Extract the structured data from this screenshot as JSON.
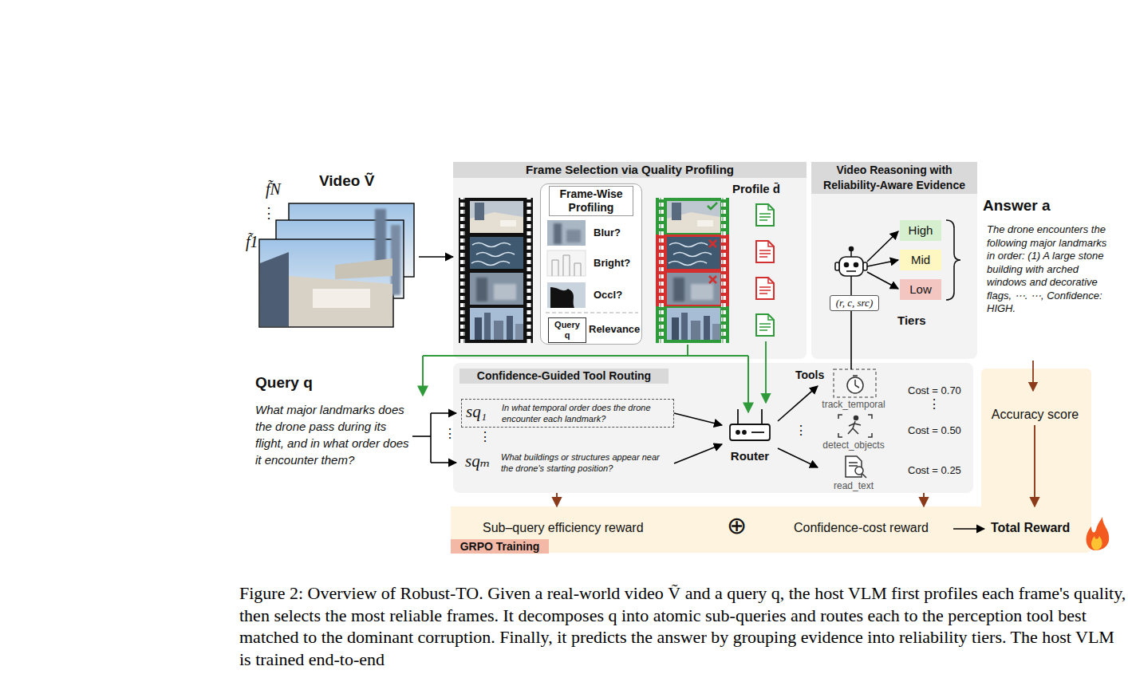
{
  "diagram": {
    "caption": "Figure 2: Overview of Robust-TO. Given a real-world video Ṽ and a query q, the host VLM first profiles each frame's quality, then selects the most reliable frames. It decomposes q into atomic sub-queries and routes each to the perception tool best matched to the dominant corruption. Finally, it predicts the answer by grouping evidence into reliability tiers. The host VLM is trained end-to-end",
    "nodes": [
      {
        "text": [
          "Video Ṽ"
        ]
      },
      {
        "text": [
          "Frame Selection via Quality Profiling"
        ]
      },
      {
        "text": [
          "Frame-Wise Profiling",
          "Blur?",
          "Bright?",
          "Occl?",
          "Relevance"
        ],
        "in": 1
      },
      {
        "text": [
          "Query q"
        ],
        "in": 2
      },
      {
        "text": [
          "Profile d̄"
        ],
        "in": 1
      },
      {
        "text": [
          "Video Reasoning with Reliability-Aware Evidence"
        ]
      },
      {
        "text": [
          "High"
        ],
        "in": 5
      },
      {
        "text": [
          "Mid"
        ],
        "in": 5
      },
      {
        "text": [
          "Low"
        ],
        "in": 5
      },
      {
        "text": [
          "(r, c, src)"
        ],
        "in": 5
      },
      {
        "text": [
          "Confidence-Guided Tool Routing"
        ]
      },
      {
        "text": [
          "sq₁",
          "In what temporal order does the drone encounter each landmark?"
        ],
        "in": 10
      },
      {
        "text": [
          "sqₘ",
          "What buildings or structures appear near the drone's starting position?"
        ],
        "in": 10
      },
      {
        "text": [
          "Router"
        ],
        "in": 10
      },
      {
        "text": [
          "track_temporal"
        ],
        "in": 10
      },
      {
        "text": [
          "detect_objects"
        ],
        "in": 10
      },
      {
        "text": [
          "read_text"
        ],
        "in": 10
      },
      {
        "text": [
          "Accuracy score"
        ]
      },
      {
        "text": [
          "Sub–query efficiency reward",
          "⊕",
          "Confidence-cost reward",
          "Total Reward"
        ]
      },
      {
        "text": [
          "GRPO Training"
        ],
        "in": 18
      }
    ],
    "edges": [
      {
        "from": 0,
        "to": 1,
        "arrow": "to"
      },
      {
        "from": 11,
        "to": 13,
        "arrow": "to"
      },
      {
        "from": 12,
        "to": 13,
        "arrow": "to"
      },
      {
        "from": 4,
        "to": 13,
        "arrow": "to"
      },
      {
        "from": 13,
        "to": 14,
        "arrow": "to"
      },
      {
        "from": 13,
        "to": 16,
        "arrow": "to"
      },
      {
        "from": 14,
        "to": 9,
        "arrow": "none"
      },
      {
        "from": 10,
        "to": 18,
        "arrow": "to"
      },
      {
        "from": 10,
        "to": 18,
        "arrow": "to"
      },
      {
        "from": 17,
        "to": 18,
        "arrow": "to"
      }
    ],
    "labels": [
      "f̃N",
      "⋮",
      "f̃1",
      "Tiers",
      "Answer a",
      "The drone encounters the following major landmarks in order: (1) A large stone building with arched windows and decorative flags, ⋯. ⋯, Confidence: HIGH.",
      "Query q",
      "What major landmarks does the drone pass during its flight, and in what order does it encounter them?",
      "⋮",
      "⋮",
      "Tools",
      "Cost = 0.70",
      "⋮",
      "Cost = 0.50",
      "⋮",
      "Cost = 0.25"
    ]
  }
}
